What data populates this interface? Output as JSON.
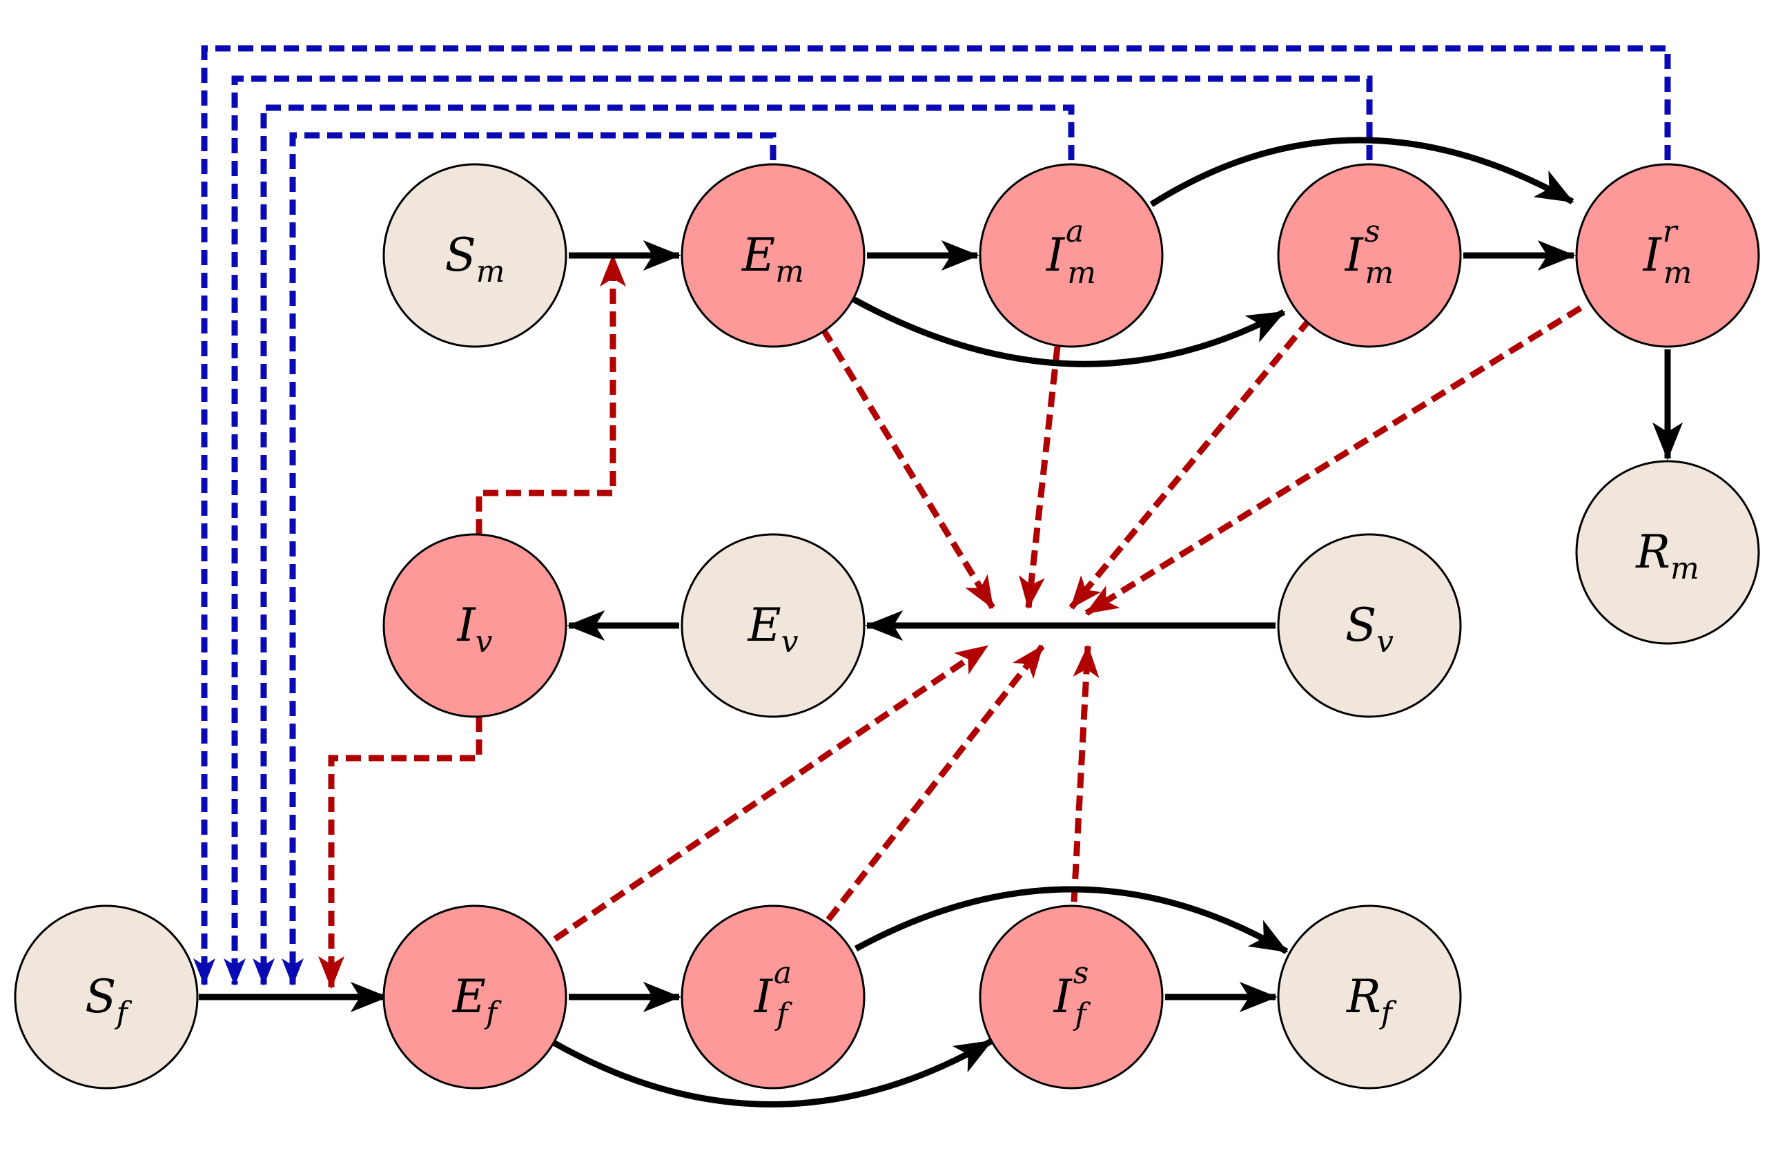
{
  "colors": {
    "infected_fill": "#fd9999",
    "susceptible_fill": "#f0e6dc",
    "solid_edge": "#000000",
    "blue_dashed_edge": "#0a0ab4",
    "red_dashed_edge": "#b00000"
  },
  "nodes": {
    "Sm": {
      "base": "S",
      "sub": "m",
      "sup": "",
      "state": "susceptible"
    },
    "Em": {
      "base": "E",
      "sub": "m",
      "sup": "",
      "state": "infected"
    },
    "Ima": {
      "base": "I",
      "sub": "m",
      "sup": "a",
      "state": "infected"
    },
    "Ims": {
      "base": "I",
      "sub": "m",
      "sup": "s",
      "state": "infected"
    },
    "Imr": {
      "base": "I",
      "sub": "m",
      "sup": "r",
      "state": "infected"
    },
    "Rm": {
      "base": "R",
      "sub": "m",
      "sup": "",
      "state": "susceptible"
    },
    "Iv": {
      "base": "I",
      "sub": "v",
      "sup": "",
      "state": "infected"
    },
    "Ev": {
      "base": "E",
      "sub": "v",
      "sup": "",
      "state": "susceptible"
    },
    "Sv": {
      "base": "S",
      "sub": "v",
      "sup": "",
      "state": "susceptible"
    },
    "Sf": {
      "base": "S",
      "sub": "f",
      "sup": "",
      "state": "susceptible"
    },
    "Ef": {
      "base": "E",
      "sub": "f",
      "sup": "",
      "state": "infected"
    },
    "Ifa": {
      "base": "I",
      "sub": "f",
      "sup": "a",
      "state": "infected"
    },
    "Ifs": {
      "base": "I",
      "sub": "f",
      "sup": "s",
      "state": "infected"
    },
    "Rf": {
      "base": "R",
      "sub": "f",
      "sup": "",
      "state": "susceptible"
    }
  },
  "transitions": [
    {
      "from": "Sm",
      "to": "Em",
      "style": "solid"
    },
    {
      "from": "Em",
      "to": "Ima",
      "style": "solid"
    },
    {
      "from": "Em",
      "to": "Ims",
      "style": "solid"
    },
    {
      "from": "Ima",
      "to": "Imr",
      "style": "solid"
    },
    {
      "from": "Ims",
      "to": "Imr",
      "style": "solid"
    },
    {
      "from": "Imr",
      "to": "Rm",
      "style": "solid"
    },
    {
      "from": "Sv",
      "to": "Ev",
      "style": "solid"
    },
    {
      "from": "Ev",
      "to": "Iv",
      "style": "solid"
    },
    {
      "from": "Sf",
      "to": "Ef",
      "style": "solid"
    },
    {
      "from": "Ef",
      "to": "Ifa",
      "style": "solid"
    },
    {
      "from": "Ef",
      "to": "Ifs",
      "style": "solid"
    },
    {
      "from": "Ifa",
      "to": "Rf",
      "style": "solid"
    },
    {
      "from": "Ifs",
      "to": "Rf",
      "style": "solid"
    }
  ],
  "influences": [
    {
      "from": "Em",
      "to": "Sf",
      "style": "blue-dashed"
    },
    {
      "from": "Ima",
      "to": "Sf",
      "style": "blue-dashed"
    },
    {
      "from": "Ims",
      "to": "Sf",
      "style": "blue-dashed"
    },
    {
      "from": "Imr",
      "to": "Sf",
      "style": "blue-dashed"
    },
    {
      "from": "Iv",
      "to": "Sm",
      "style": "red-dashed"
    },
    {
      "from": "Iv",
      "to": "Sf",
      "style": "red-dashed"
    },
    {
      "from": "Em",
      "to": "Sv",
      "style": "red-dashed"
    },
    {
      "from": "Ima",
      "to": "Sv",
      "style": "red-dashed"
    },
    {
      "from": "Ims",
      "to": "Sv",
      "style": "red-dashed"
    },
    {
      "from": "Imr",
      "to": "Sv",
      "style": "red-dashed"
    },
    {
      "from": "Ef",
      "to": "Sv",
      "style": "red-dashed"
    },
    {
      "from": "Ifa",
      "to": "Sv",
      "style": "red-dashed"
    },
    {
      "from": "Ifs",
      "to": "Sv",
      "style": "red-dashed"
    }
  ]
}
